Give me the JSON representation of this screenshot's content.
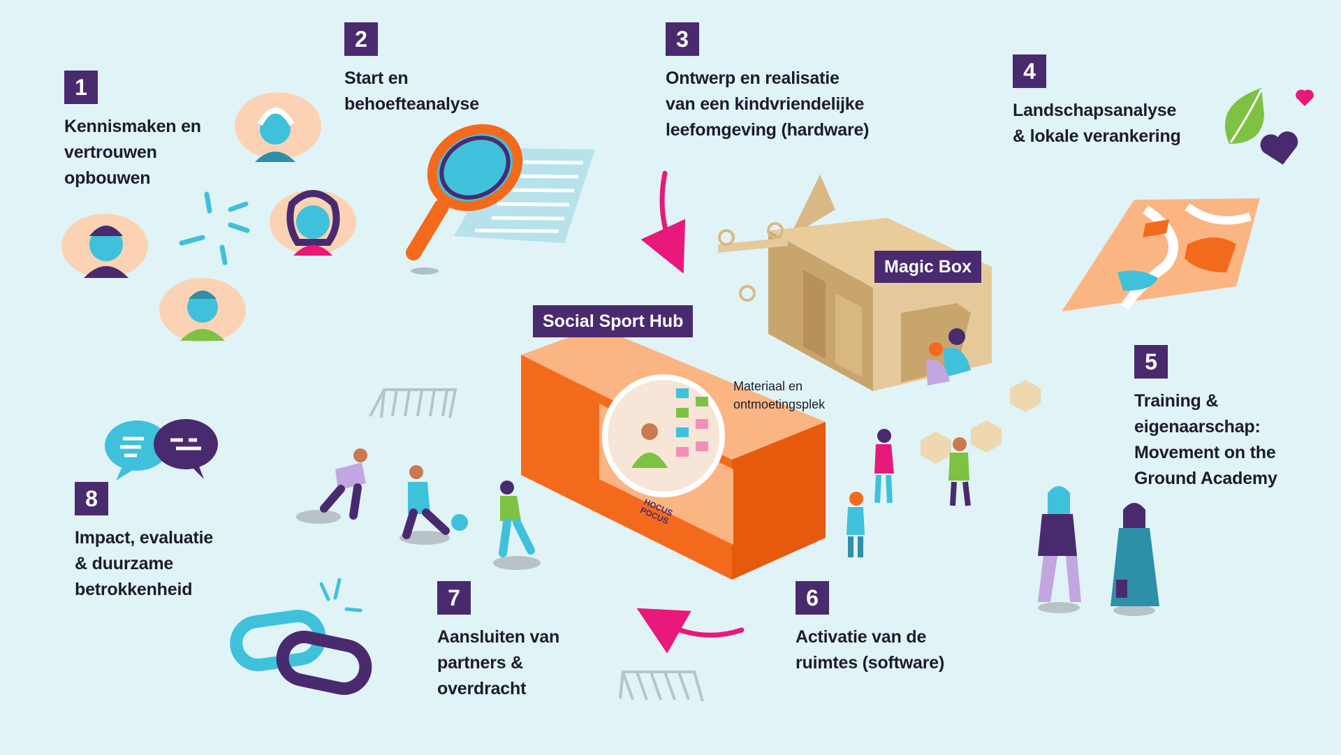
{
  "steps": [
    {
      "number": "1",
      "title": "Kennismaken en\nvertrouwen\nopbouwen"
    },
    {
      "number": "2",
      "title": "Start en\nbehoefteanalyse"
    },
    {
      "number": "3",
      "title": "Ontwerp en realisatie\nvan een kindvriendelijke\nleefomgeving (hardware)"
    },
    {
      "number": "4",
      "title": "Landschapsanalyse\n& lokale verankering"
    },
    {
      "number": "5",
      "title": "Training &\neigenaarschap:\nMovement on the\nGround Academy"
    },
    {
      "number": "6",
      "title": "Activatie van de\nruimtes (software)"
    },
    {
      "number": "7",
      "title": "Aansluiten van\npartners &\noverdracht"
    },
    {
      "number": "8",
      "title": "Impact, evaluatie\n& duurzame\nbetrokkenheid"
    }
  ],
  "labels": {
    "magic_box": "Magic Box",
    "social_sport_hub": "Social Sport Hub",
    "material_note": "Materiaal en\nontmoetingsplek",
    "hub_sign": "HOCUS\nPOCUS"
  },
  "colors": {
    "background": "#e0f3f7",
    "badge": "#4a2a6f",
    "orange": "#f46a1c",
    "pink": "#e8197a",
    "cyan": "#3fc1dc",
    "green": "#7dc242"
  }
}
